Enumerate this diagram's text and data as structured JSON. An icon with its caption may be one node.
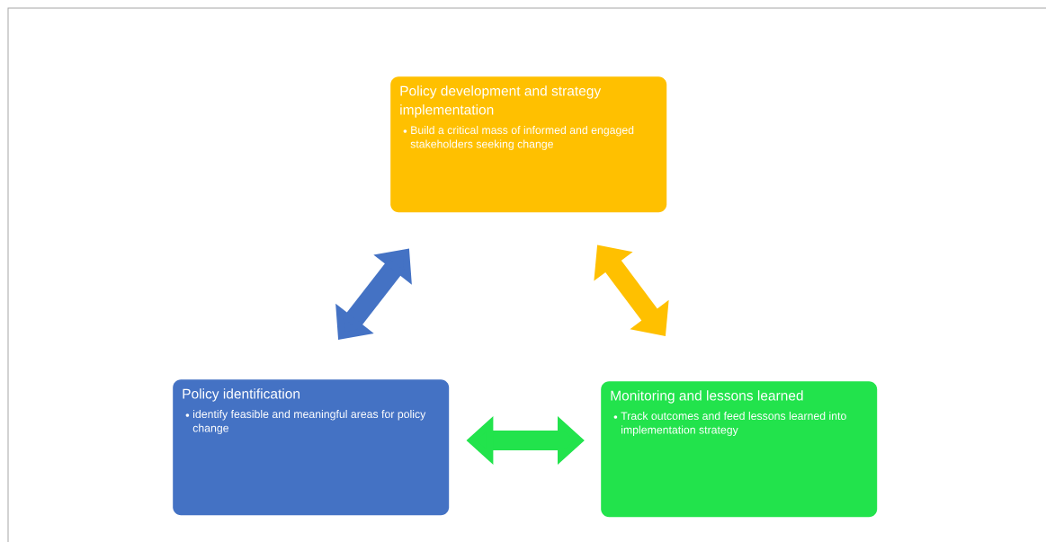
{
  "diagram": {
    "nodes": [
      {
        "text": [
          "Policy development and strategy  implementation",
          "Build a critical mass of informed and engaged stakeholders seeking change"
        ]
      },
      {
        "text": [
          "Policy identification",
          "identify feasible and meaningful areas for policy change"
        ]
      },
      {
        "text": [
          "Monitoring and lessons learned",
          "Track outcomes and feed lessons learned into implementation strategy"
        ]
      }
    ],
    "edges": [
      {
        "from": 1,
        "to": 0,
        "arrow": "both",
        "color": "#4472c4"
      },
      {
        "from": 0,
        "to": 2,
        "arrow": "both",
        "color": "#ffc000"
      },
      {
        "from": 1,
        "to": 2,
        "arrow": "both",
        "color": "#22e34c"
      }
    ]
  }
}
